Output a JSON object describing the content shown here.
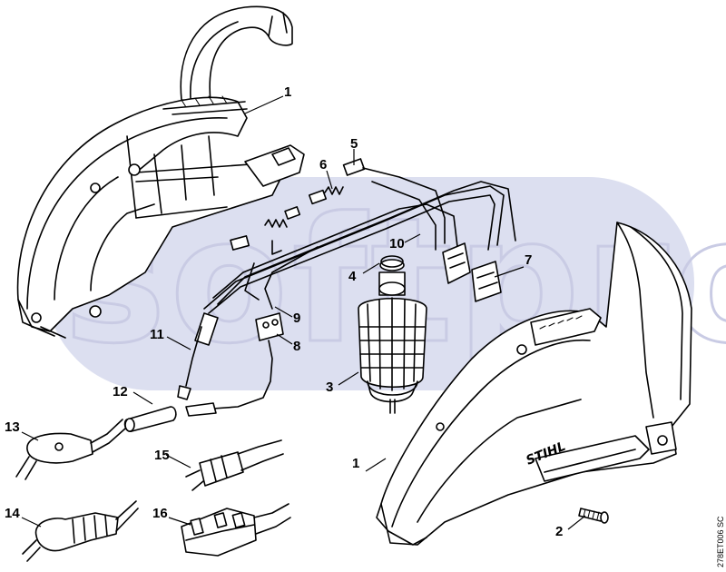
{
  "diagram": {
    "brand_label": "STIHL",
    "watermark_text": "softpro",
    "reference_code": "278ET006 SC",
    "callouts": [
      {
        "id": "c1-top",
        "label": "1"
      },
      {
        "id": "c1-bottom",
        "label": "1"
      },
      {
        "id": "c2",
        "label": "2"
      },
      {
        "id": "c3",
        "label": "3"
      },
      {
        "id": "c4",
        "label": "4"
      },
      {
        "id": "c5",
        "label": "5"
      },
      {
        "id": "c6",
        "label": "6"
      },
      {
        "id": "c7",
        "label": "7"
      },
      {
        "id": "c8",
        "label": "8"
      },
      {
        "id": "c9",
        "label": "9"
      },
      {
        "id": "c10",
        "label": "10"
      },
      {
        "id": "c11",
        "label": "11"
      },
      {
        "id": "c12",
        "label": "12"
      },
      {
        "id": "c13",
        "label": "13"
      },
      {
        "id": "c14",
        "label": "14"
      },
      {
        "id": "c15",
        "label": "15"
      },
      {
        "id": "c16",
        "label": "16"
      }
    ]
  }
}
